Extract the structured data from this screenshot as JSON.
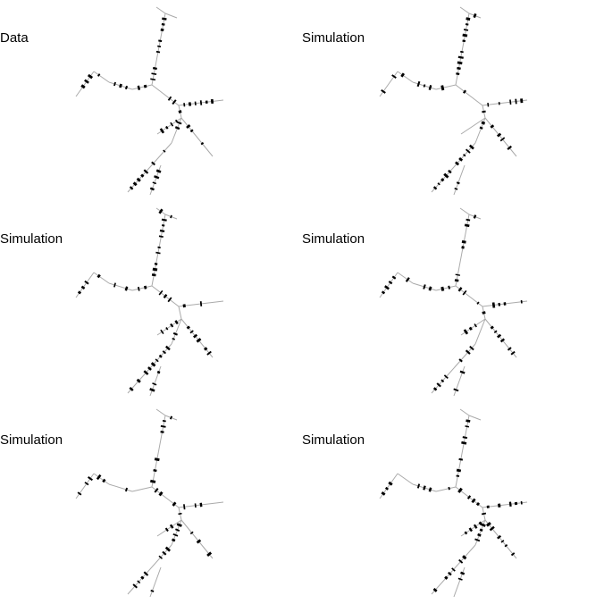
{
  "panels": [
    {
      "label": "Data"
    },
    {
      "label": "Simulation"
    },
    {
      "label": "Simulation"
    },
    {
      "label": "Simulation"
    },
    {
      "label": "Simulation"
    },
    {
      "label": "Simulation"
    }
  ],
  "colors": {
    "branch": "#aaaaaa",
    "event": "#000000"
  }
}
